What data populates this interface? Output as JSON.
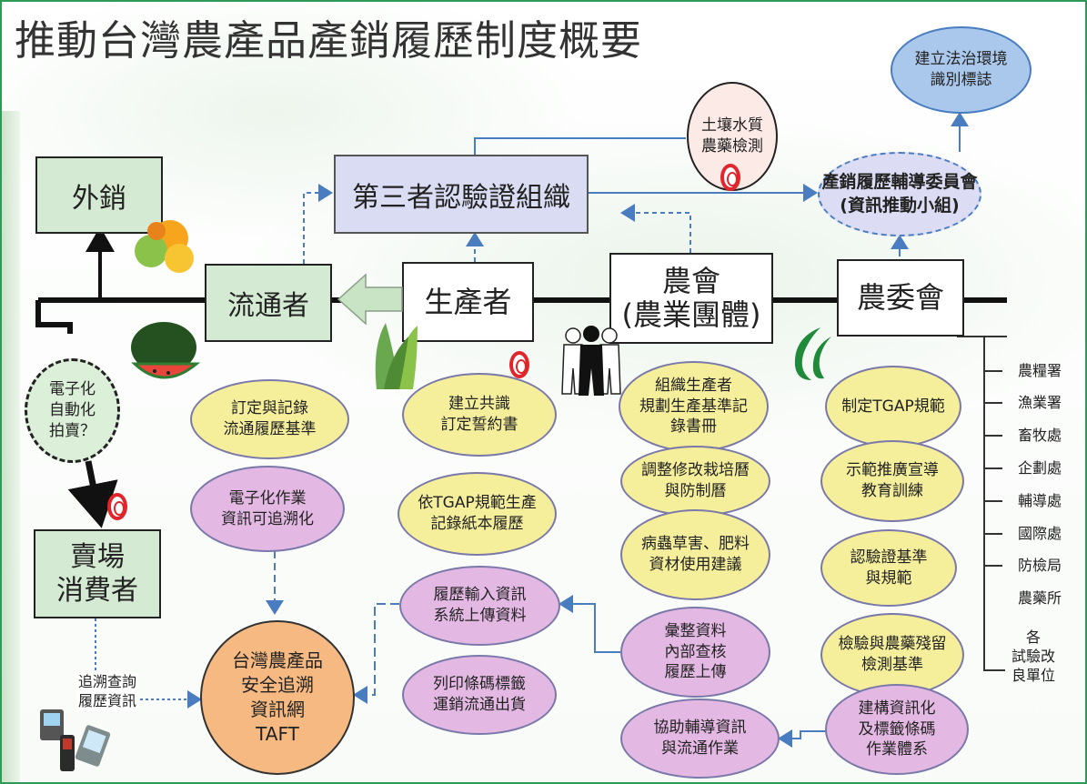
{
  "title": "推動台灣農產品產銷履歷制度概要",
  "nodes": {
    "export": "外銷",
    "distributor": "流通者",
    "producer": "生產者",
    "farmers_assoc": "農會\n(農業團體)",
    "coa": "農委會",
    "third_party": "第三者認驗證組織",
    "committee": "產銷履歷輔導委員會\n(資訊推動小組)",
    "legal": "建立法治環境\n識別標誌",
    "soil_test": "土壤水質\n農藥檢測",
    "auction": "電子化\n自動化\n拍賣？",
    "market": "賣場\n消費者",
    "taft": "台灣農產品\n安全追溯\n資訊網\nTAFT",
    "query_label": "追溯查詢\n履歷資訊"
  },
  "ellipses": {
    "dist_standard": "訂定與記錄\n流通履歷基準",
    "consensus": "建立共識\n訂定誓約書",
    "organize": "組織生產者\n規劃生產基準記\n錄書冊",
    "tgap_spec": "制定TGAP規範",
    "e_trace": "電子化作業\n資訊可追溯化",
    "tgap_produce": "依TGAP規範生產\n記錄紙本履歷",
    "adjust_calendar": "調整修改栽培曆\n與防制曆",
    "demo": "示範推廣宣導\n教育訓練",
    "pest_advice": "病蟲草害、肥料\n資材使用建議",
    "cert_standard": "認驗證基準\n與規範",
    "upload_input": "履歷輸入資訊\n系統上傳資料",
    "compile": "彙整資料\n內部查核\n履歷上傳",
    "residue": "檢驗與農藥殘留\n檢測基準",
    "barcode": "列印條碼標籤\n運銷流通出貨",
    "build_info": "建構資訊化\n及標籤條碼\n作業體系",
    "assist": "協助輔導資訊\n與流通作業"
  },
  "agencies": [
    "農糧署",
    "漁業署",
    "畜牧處",
    "企劃處",
    "輔導處",
    "國際處",
    "防檢局",
    "農藥所",
    "各\n試驗改\n良單位"
  ],
  "colors": {
    "green_box": "#d5ead3",
    "lavender": "#d9dcf2",
    "yellow": "#f5ef9b",
    "purple": "#e3b8e3",
    "taft": "#f6b981",
    "legal": "#a9c8ec",
    "committee": "#dcdcf4",
    "mark": "#e0252b",
    "dashed": "#4a7cc0"
  },
  "icons": [
    "oranges-icon",
    "watermelon-icon",
    "lettuce-icon",
    "people-icon",
    "coa-logo-icon",
    "phones-icon",
    "bullseye-mark-icon",
    "big-arrow-icon"
  ]
}
